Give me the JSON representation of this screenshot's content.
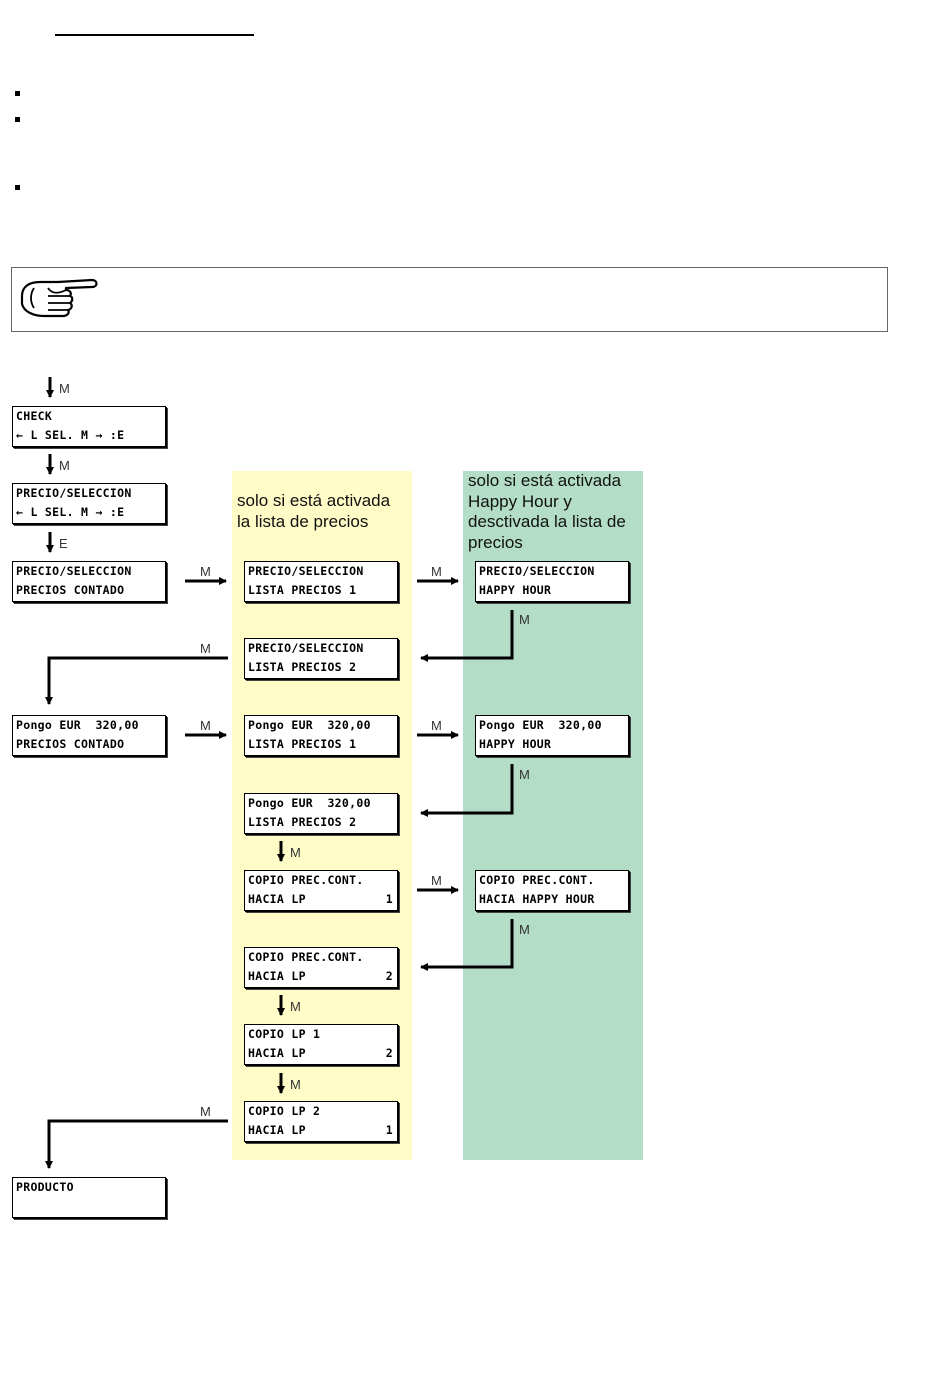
{
  "notes": {
    "hand_icon": "pointing-hand-icon"
  },
  "bands": {
    "yellow_label_1": "solo si está activada",
    "yellow_label_2": "la lista de precios",
    "green_label_1": "solo si está activada",
    "green_label_2": "Happy Hour y",
    "green_label_3": "desctivada la lista de",
    "green_label_4": "precios",
    "yellow_color": "#fffcc8",
    "green_color": "#b3ddc7"
  },
  "keys": {
    "m": "M",
    "e": "E"
  },
  "displays": {
    "check": {
      "l1": "CHECK",
      "l2": "← L SEL. M → :E"
    },
    "precio_sel": {
      "l1": "PRECIO/SELECCION",
      "l2": "← L SEL. M → :E"
    },
    "precio_contado": {
      "l1": "PRECIO/SELECCION",
      "l2": "PRECIOS CONTADO"
    },
    "precio_lp1": {
      "l1": "PRECIO/SELECCION",
      "l2": "LISTA PRECIOS 1"
    },
    "precio_hh": {
      "l1": "PRECIO/SELECCION",
      "l2": "HAPPY HOUR"
    },
    "precio_lp2": {
      "l1": "PRECIO/SELECCION",
      "l2": "LISTA PRECIOS 2"
    },
    "pongo_contado": {
      "l1": "Pongo EUR  320,00",
      "l2": "PRECIOS CONTADO"
    },
    "pongo_lp1": {
      "l1": "Pongo EUR  320,00",
      "l2": "LISTA PRECIOS 1"
    },
    "pongo_hh": {
      "l1": "Pongo EUR  320,00",
      "l2": "HAPPY HOUR"
    },
    "pongo_lp2": {
      "l1": "Pongo EUR  320,00",
      "l2": "LISTA PRECIOS 2"
    },
    "copio_lp1": {
      "l1": "COPIO PREC.CONT.",
      "l2": "HACIA LP",
      "r": "1"
    },
    "copio_hh": {
      "l1": "COPIO PREC.CONT.",
      "l2": "HACIA HAPPY HOUR"
    },
    "copio_lp2": {
      "l1": "COPIO PREC.CONT.",
      "l2": "HACIA LP",
      "r": "2"
    },
    "copio_lp1_lp2": {
      "l1": "COPIO LP 1",
      "l2": "HACIA LP",
      "r": "2"
    },
    "copio_lp2_lp1": {
      "l1": "COPIO LP 2",
      "l2": "HACIA LP",
      "r": "1"
    },
    "producto": {
      "l1": "PRODUCTO",
      "l2": ""
    }
  }
}
